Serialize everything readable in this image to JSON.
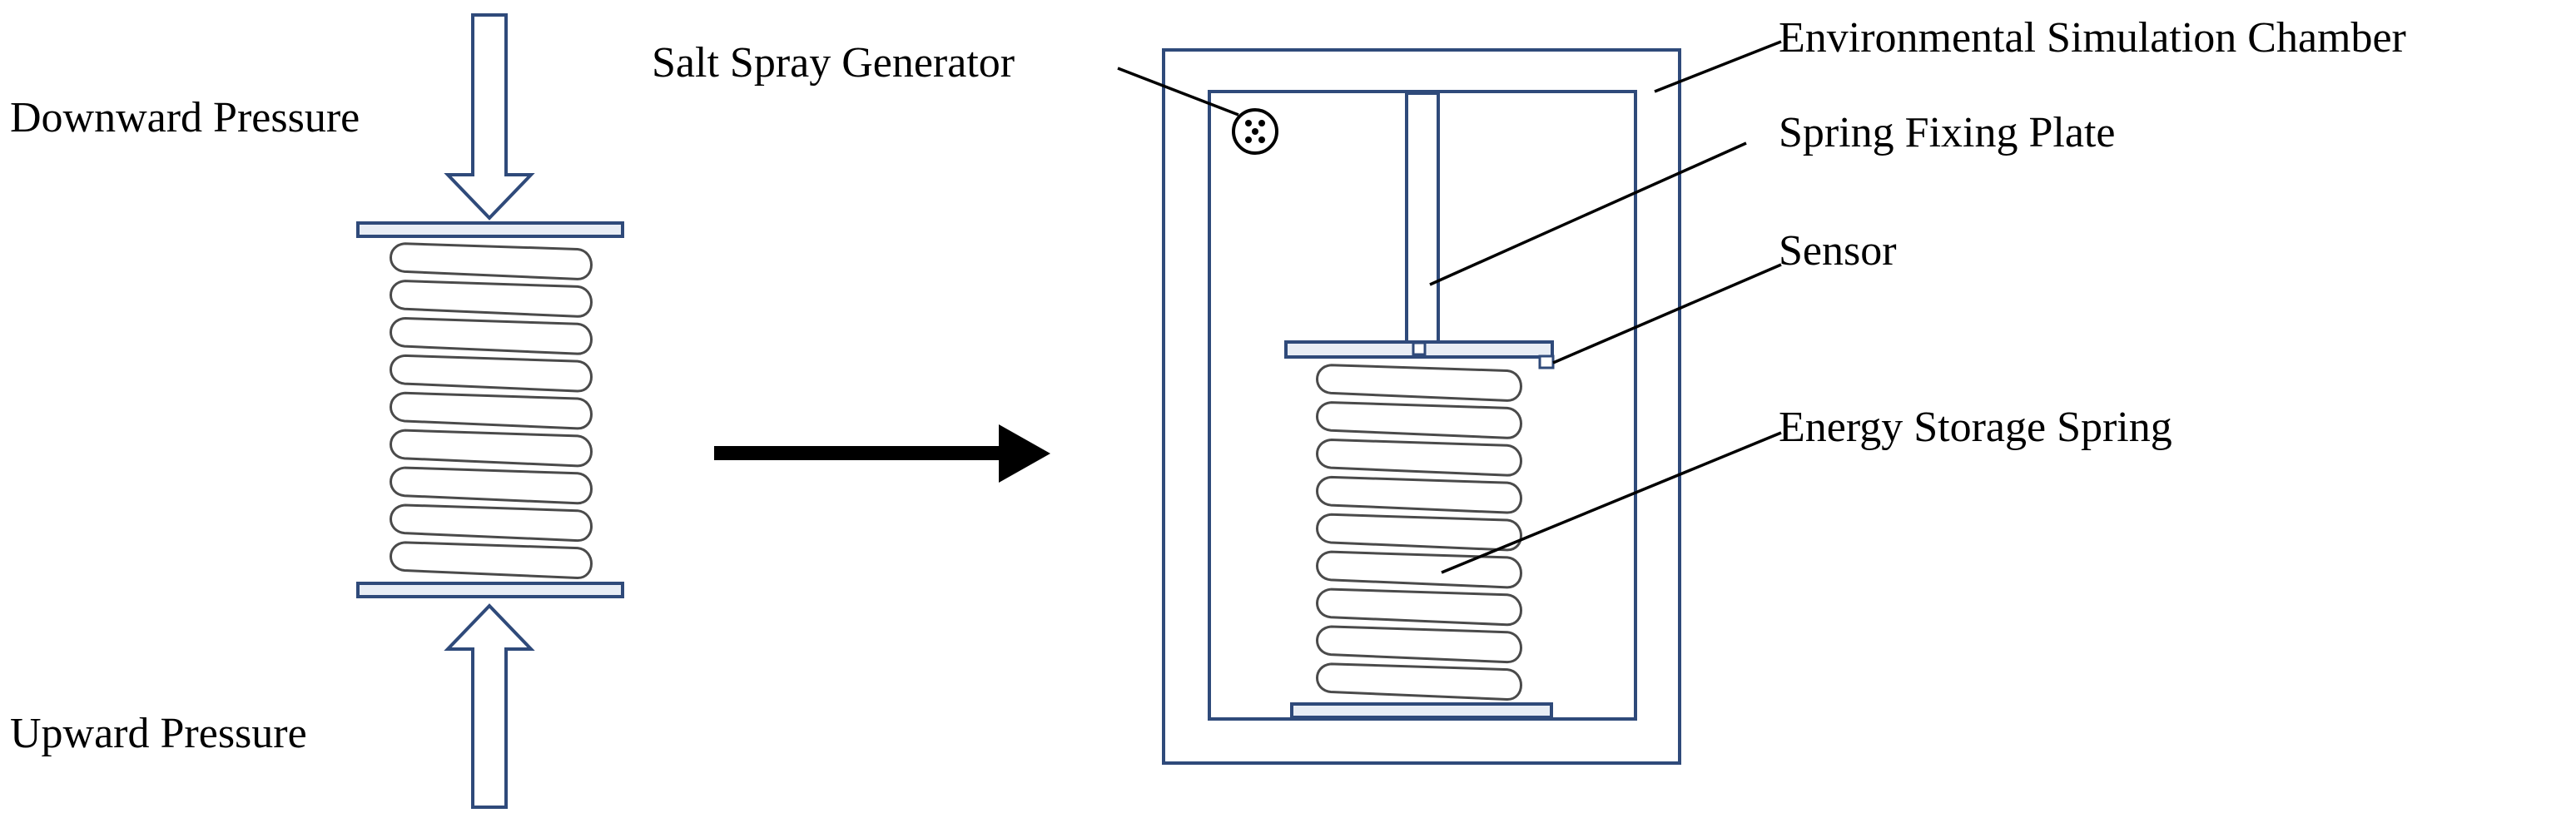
{
  "labels": {
    "downward_pressure": "Downward Pressure",
    "upward_pressure": "Upward Pressure",
    "salt_spray_generator": "Salt Spray Generator",
    "environmental_simulation_chamber": "Environmental Simulation Chamber",
    "spring_fixing_plate": "Spring Fixing Plate",
    "sensor": "Sensor",
    "energy_storage_spring": "Energy Storage Spring"
  },
  "colors": {
    "outline": "#2f4a7a",
    "text": "#000000",
    "arrow": "#000000",
    "spring": "#4a4a4a"
  }
}
